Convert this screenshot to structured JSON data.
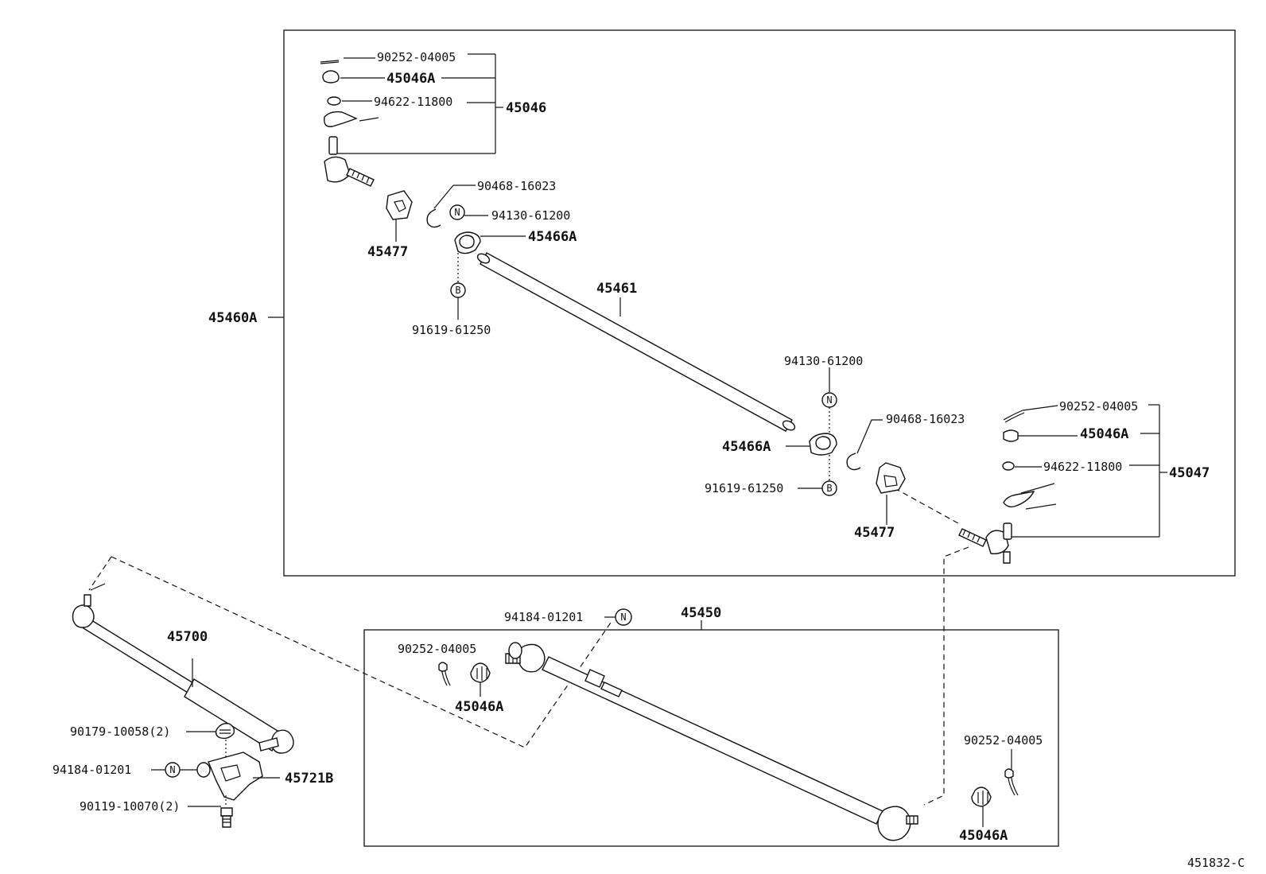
{
  "labels": {
    "p90252_a": "90252-04005",
    "p45046A_a": "45046A",
    "p94622_a": "94622-11800",
    "p45046": "45046",
    "p90468_a": "90468-16023",
    "p94130_a": "94130-61200",
    "p45466A_a": "45466A",
    "p45477_a": "45477",
    "p91619_a": "91619-61250",
    "p45461": "45461",
    "p45460A": "45460A",
    "p94130_b": "94130-61200",
    "p90468_b": "90468-16023",
    "p45466A_b": "45466A",
    "p91619_b": "91619-61250",
    "p45477_b": "45477",
    "p90252_b": "90252-04005",
    "p45046A_b": "45046A",
    "p94622_b": "94622-11800",
    "p45047": "45047",
    "p94184_a": "94184-01201",
    "p45450": "45450",
    "p90252_c": "90252-04005",
    "p45046A_c": "45046A",
    "p45700": "45700",
    "p90179": "90179-10058(2)",
    "p94184_b": "94184-01201",
    "p45721B": "45721B",
    "p90119": "90119-10070(2)",
    "p90252_d": "90252-04005",
    "p45046A_d": "45046A",
    "figure_code": "451832-C"
  },
  "symbols": {
    "n": "N",
    "b": "B"
  }
}
